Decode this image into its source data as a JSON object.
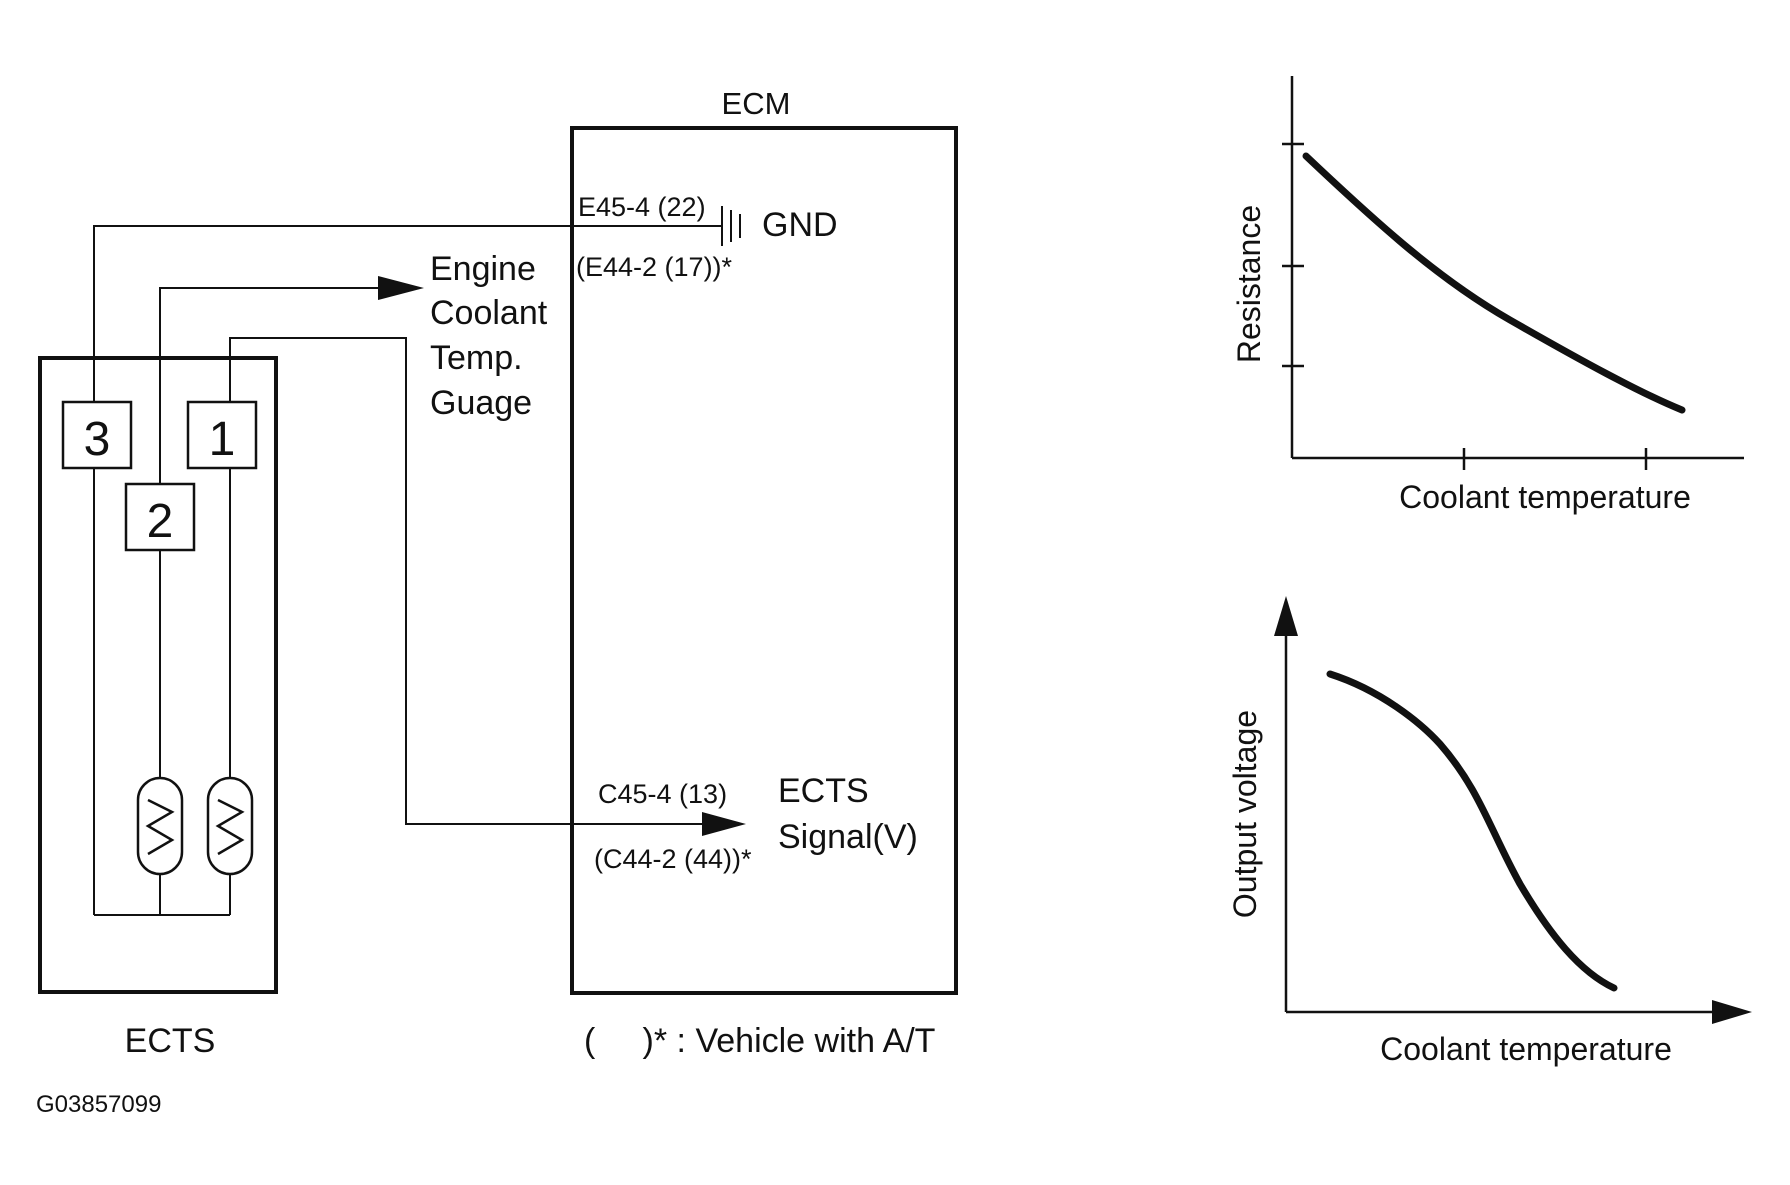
{
  "sensor": {
    "label": "ECTS",
    "terminals": [
      "3",
      "2",
      "1"
    ]
  },
  "ecm": {
    "label": "ECM",
    "gnd_pin": "E45-4 (22)",
    "gnd_pin_at": "(E44-2 (17))*",
    "gnd_label": "GND",
    "signal_pin": "C45-4 (13)",
    "signal_pin_at": "(C44-2 (44))*",
    "signal_label_1": "ECTS",
    "signal_label_2": "Signal(V)",
    "footnote": "(     )* : Vehicle with A/T"
  },
  "gauge": {
    "lines": [
      "Engine",
      "Coolant",
      "Temp.",
      "Guage"
    ]
  },
  "graphs": {
    "resistance": {
      "ylabel": "Resistance",
      "xlabel": "Coolant temperature"
    },
    "voltage": {
      "ylabel": "Output voltage",
      "xlabel": "Coolant temperature"
    }
  },
  "figure_id": "G03857099"
}
